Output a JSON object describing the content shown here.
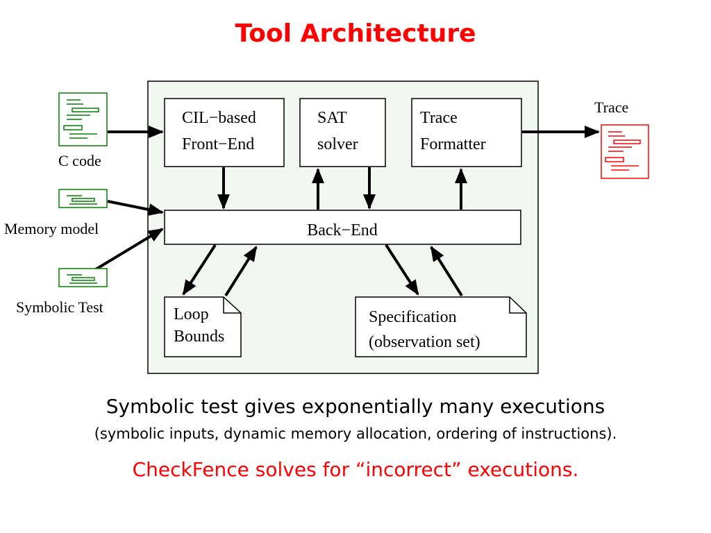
{
  "title": "Tool Architecture",
  "diagram": {
    "inputs": {
      "c_code": "C code",
      "memory_model": "Memory model",
      "symbolic_test": "Symbolic Test"
    },
    "output": {
      "trace": "Trace"
    },
    "boxes": {
      "frontend": {
        "line1": "CIL−based",
        "line2": "Front−End"
      },
      "sat": {
        "line1": "SAT",
        "line2": "solver"
      },
      "formatter": {
        "line1": "Trace",
        "line2": "Formatter"
      },
      "backend": {
        "label": "Back−End"
      },
      "loop_bounds": {
        "line1": "Loop",
        "line2": "Bounds"
      },
      "specification": {
        "line1": "Specification",
        "line2": "(observation set)"
      }
    },
    "colors": {
      "input_doc": "#008000",
      "output_doc": "#ff0000",
      "panel_bg": "#f2f7f2"
    },
    "icons": [
      "document-icon"
    ]
  },
  "captions": {
    "main": "Symbolic test gives exponentially many executions",
    "sub": "(symbolic inputs, dynamic memory allocation, ordering of instructions).",
    "highlight": "CheckFence solves for “incorrect” executions."
  }
}
